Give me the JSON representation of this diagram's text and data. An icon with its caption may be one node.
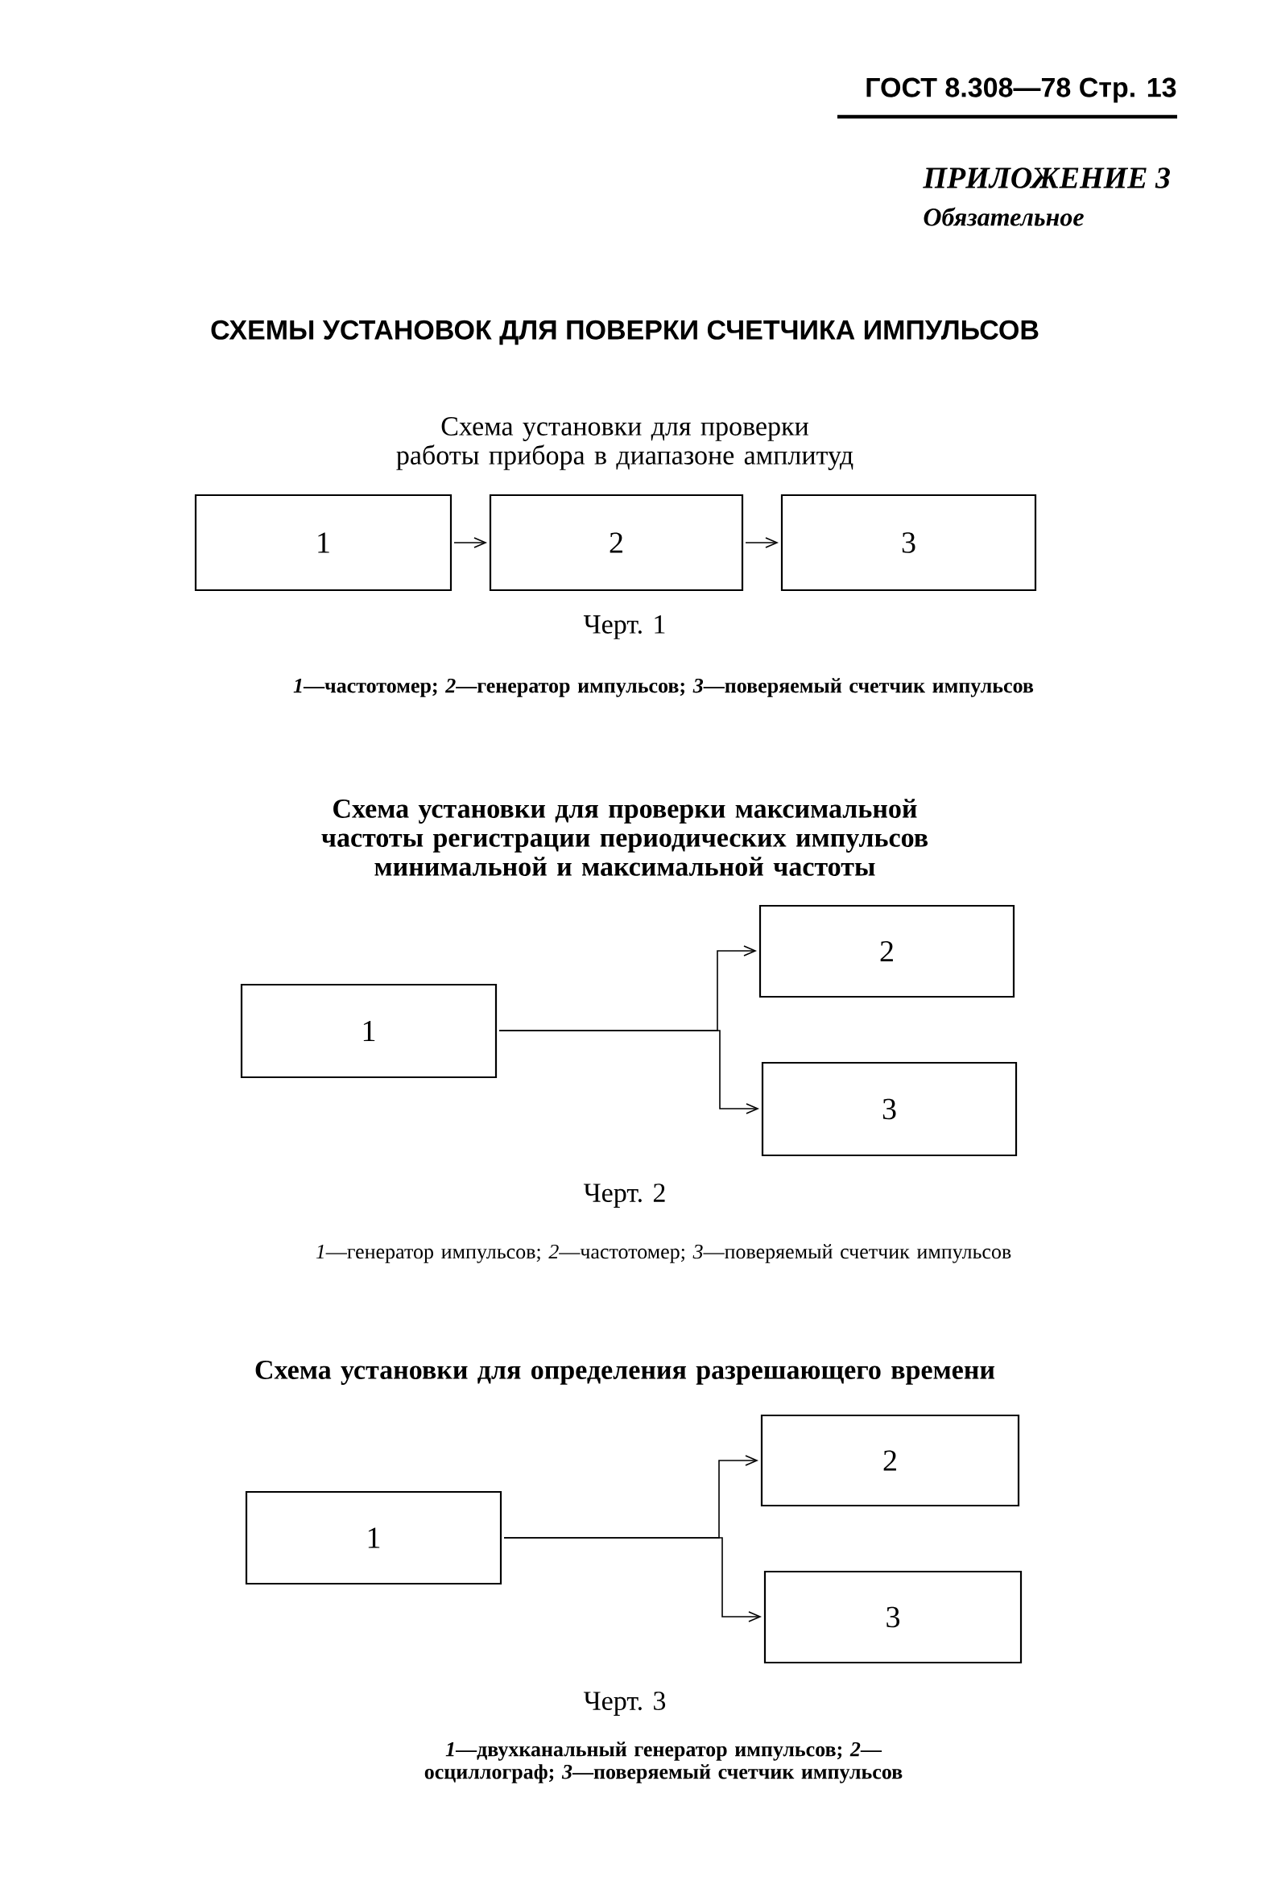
{
  "diagram": {
    "title": "СХЕМЫ УСТАНОВОК ДЛЯ ПОВЕРКИ СЧЕТЧИКА ИМПУЛЬСОВ",
    "nodes": [
      {
        "text": [
          "1"
        ]
      },
      {
        "text": [
          "2"
        ]
      },
      {
        "text": [
          "3"
        ]
      },
      {
        "text": [
          "1"
        ]
      },
      {
        "text": [
          "2"
        ]
      },
      {
        "text": [
          "3"
        ]
      },
      {
        "text": [
          "1"
        ]
      },
      {
        "text": [
          "2"
        ]
      },
      {
        "text": [
          "3"
        ]
      }
    ],
    "edges": [
      {
        "from": 0,
        "to": 1,
        "arrow": "to"
      },
      {
        "from": 1,
        "to": 2,
        "arrow": "to"
      },
      {
        "from": 3,
        "to": 4,
        "arrow": "to"
      },
      {
        "from": 3,
        "to": 5,
        "arrow": "to"
      },
      {
        "from": 6,
        "to": 7,
        "arrow": "to"
      },
      {
        "from": 6,
        "to": 8,
        "arrow": "to"
      }
    ],
    "labels": [
      "ГОСТ 8.308—78 Стр. 13",
      "ПРИЛОЖЕНИЕ 3",
      "Обязательное",
      "Схема установки для проверки работы прибора в диапазоне амплитуд",
      "Черт. 1",
      "*1*—частотомер; *2*—генератор импульсов; *3*—поверяемый счетчик импульсов",
      "Схема установки для проверки максимальной частоты регистрации периодических импульсов минимальной и максимальной частоты",
      "Черт. 2",
      "*1*—генератор импульсов; *2*—частотомер; *3*—поверяемый счетчик импульсов",
      "Схема установки для определения разрешающего времени",
      "Черт. 3",
      "*1*—двухканальный генератор импульсов; *2*—осциллограф; *3*—поверяемый счетчик импульсов"
    ]
  }
}
